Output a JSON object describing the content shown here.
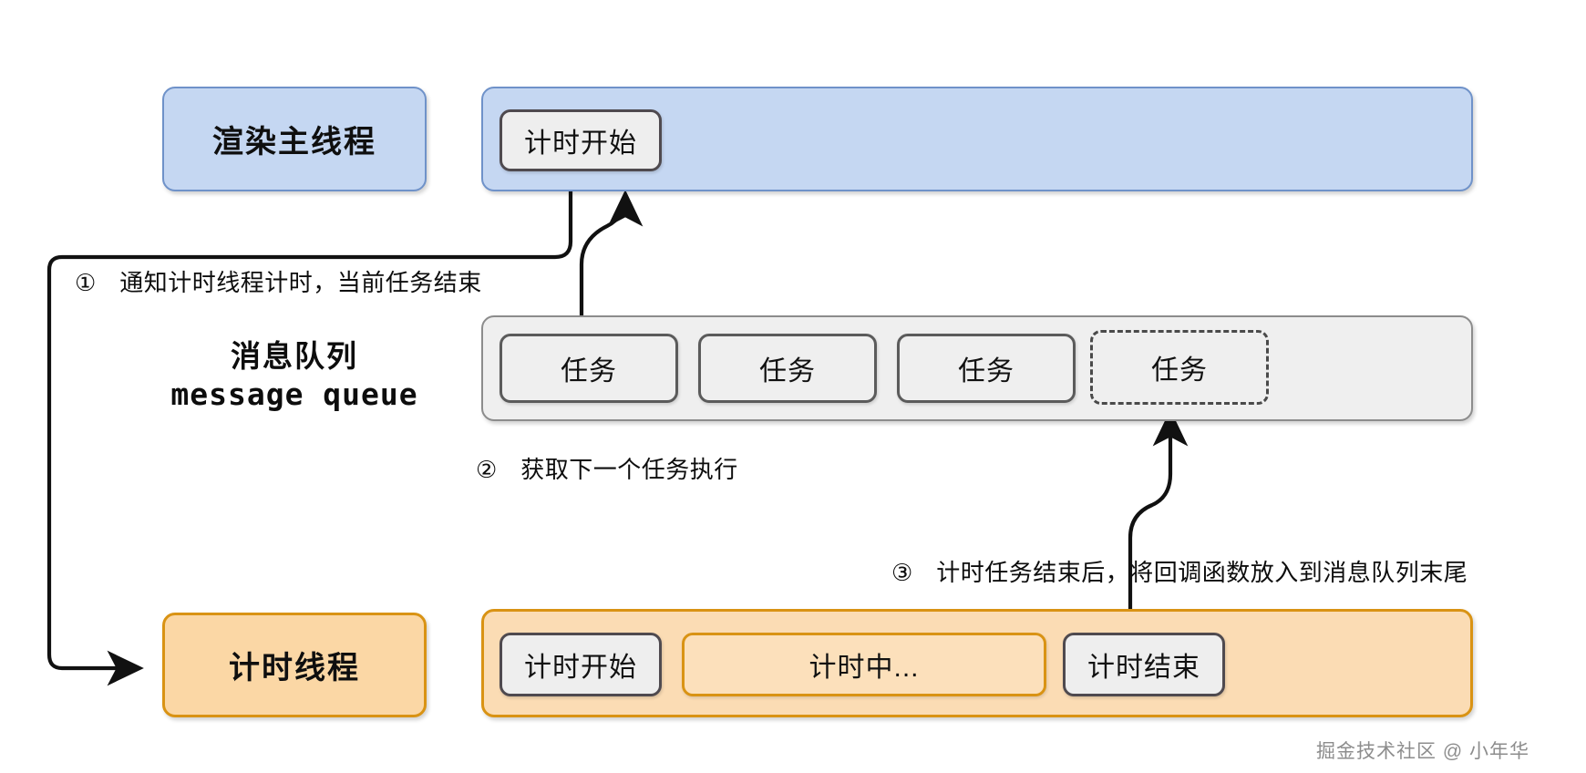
{
  "diagram": {
    "title_semantics": "JavaScript event loop / timer thread message queue diagram",
    "lanes": {
      "render_thread": {
        "label": "渲染主线程",
        "chip": "计时开始",
        "color": "#c5d7f2",
        "border_color": "#6f92c9"
      },
      "message_queue": {
        "label_cn": "消息队列",
        "label_en": "message queue",
        "color": "#efefef",
        "border_color": "#8c8c8c",
        "tasks": [
          {
            "label": "任务",
            "style": "solid"
          },
          {
            "label": "任务",
            "style": "solid"
          },
          {
            "label": "任务",
            "style": "solid"
          },
          {
            "label": "任务",
            "style": "dashed"
          }
        ]
      },
      "timer_thread": {
        "label": "计时线程",
        "color": "#fbd7a5",
        "border_color": "#d99314",
        "chips": [
          {
            "label": "计时开始",
            "style": "grey"
          },
          {
            "label": "计时中...",
            "style": "orange"
          },
          {
            "label": "计时结束",
            "style": "grey"
          }
        ]
      }
    },
    "annotations": [
      {
        "marker": "①",
        "text": "通知计时线程计时，当前任务结束"
      },
      {
        "marker": "②",
        "text": "获取下一个任务执行"
      },
      {
        "marker": "③",
        "text": "计时任务结束后，将回调函数放入到消息队列末尾"
      }
    ],
    "watermark": "掘金技术社区 @ 小年华"
  }
}
